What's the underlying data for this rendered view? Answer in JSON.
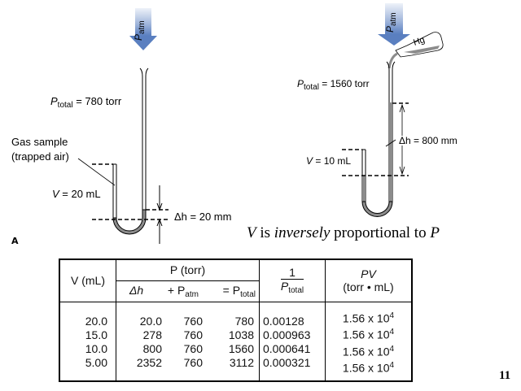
{
  "figure_label": "A",
  "left_apparatus": {
    "arrow_label": "P",
    "arrow_label_sub": "atm",
    "p_total_label": "P",
    "p_total_sub": "total",
    "p_total_value": " = 780 torr",
    "gas_sample_line1": "Gas sample",
    "gas_sample_line2": "(trapped air)",
    "volume_label": "V",
    "volume_value": " = 20 mL",
    "delta_h_label": "Δh",
    "delta_h_value": " = 20 mm"
  },
  "right_apparatus": {
    "arrow_label": "P",
    "arrow_label_sub": "atm",
    "bottle_label": "Hg",
    "p_total_label": "P",
    "p_total_sub": "total",
    "p_total_value": " = 1560 torr",
    "volume_label": "V",
    "volume_value": " = 10 mL",
    "delta_h_label": "Δh",
    "delta_h_value": " = 800 mm"
  },
  "caption": {
    "var1": "V",
    "text1": " is ",
    "emph": "inversely",
    "text2": " proportional to ",
    "var2": "P"
  },
  "table": {
    "col_v_header": "V (mL)",
    "col_p_header": "P (torr)",
    "col_p_sub1": "Δh",
    "col_p_sub2": "+ P",
    "col_p_sub2_sub": "atm",
    "col_p_sub3": "= P",
    "col_p_sub3_sub": "total",
    "col_recip_num": "1",
    "col_recip_den": "P",
    "col_recip_den_sub": "total",
    "col_pv_header1": "PV",
    "col_pv_header2": "(torr • mL)",
    "rows": [
      {
        "v": "20.0",
        "dh": "20.0",
        "patm": "760",
        "ptotal": "780",
        "recip": "0.00128",
        "pv": "1.56 x 10",
        "pv_exp": "4"
      },
      {
        "v": "15.0",
        "dh": "278",
        "patm": "760",
        "ptotal": "1038",
        "recip": "0.000963",
        "pv": "1.56 x 10",
        "pv_exp": "4"
      },
      {
        "v": "10.0",
        "dh": "800",
        "patm": "760",
        "ptotal": "1560",
        "recip": "0.000641",
        "pv": "1.56 x 10",
        "pv_exp": "4"
      },
      {
        "v": "5.00",
        "dh": "2352",
        "patm": "760",
        "ptotal": "3112",
        "recip": "0.000321",
        "pv": "1.56 x 10",
        "pv_exp": "4"
      }
    ]
  },
  "page_number": "11",
  "colors": {
    "arrow_top": "#dde6f3",
    "arrow_bottom": "#5b80c0",
    "mercury": "#8c8c8c"
  }
}
